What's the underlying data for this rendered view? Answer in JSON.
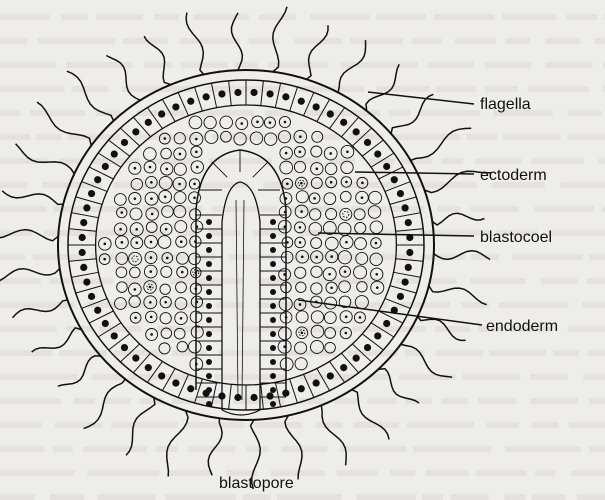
{
  "labels": {
    "flagella": "flagella",
    "ectoderm": "ectoderm",
    "blastocoel": "blastocoel",
    "endoderm": "endoderm",
    "blastopore": "blastopore"
  },
  "colors": {
    "paper": "#efede9",
    "ink": "#111111",
    "faint_text": "#d8d5d0"
  }
}
